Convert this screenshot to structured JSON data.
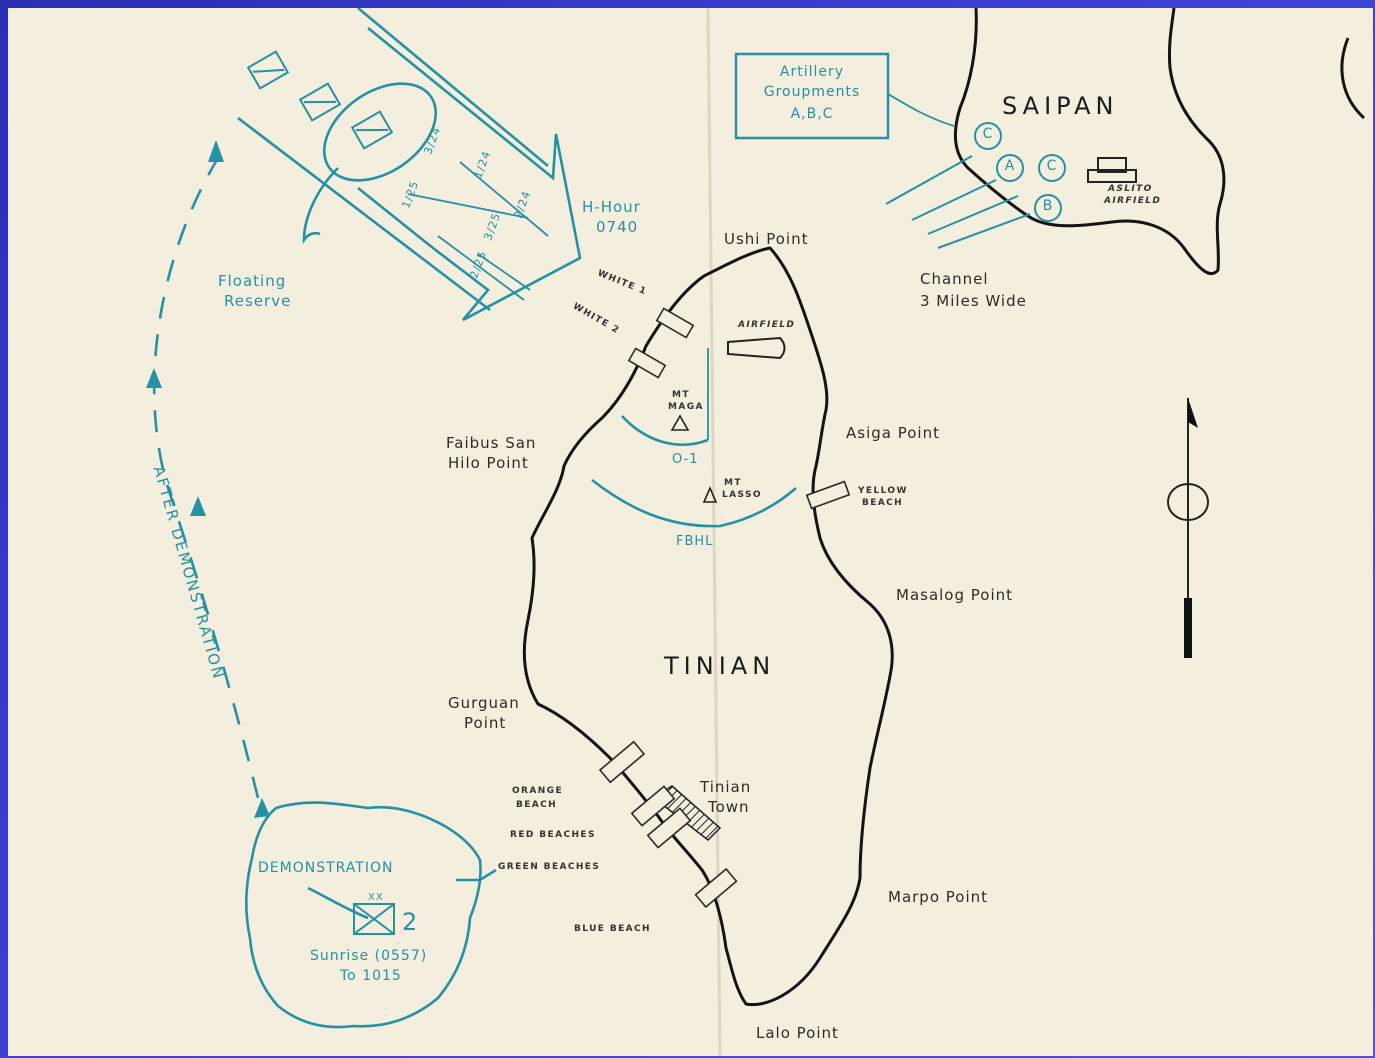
{
  "colors": {
    "frame": "#3a3fd0",
    "paper": "#f3eedd",
    "ink": "#141414",
    "overlay_blue": "#2591a4"
  },
  "labels": {
    "saipan": "SAIPAN",
    "tinian": "TINIAN",
    "ushi_point": "Ushi Point",
    "asiga_point": "Asiga Point",
    "faibus_line1": "Faibus San",
    "faibus_line2": "Hilo Point",
    "masalog_point": "Masalog Point",
    "gurguan_line1": "Gurguan",
    "gurguan_line2": "Point",
    "tinian_town_line1": "Tinian",
    "tinian_town_line2": "Town",
    "marpo_point": "Marpo Point",
    "lalo_point": "Lalo Point",
    "channel_line1": "Channel",
    "channel_line2": "3 Miles Wide",
    "aslito_line1": "ASLITO",
    "aslito_line2": "AIRFIELD",
    "airfield": "AIRFIELD",
    "mt_maga_line1": "MT",
    "mt_maga_line2": "MAGA",
    "mt_lasso_line1": "MT",
    "mt_lasso_line2": "LASSO",
    "white1": "WHITE 1",
    "white2": "WHITE 2",
    "yellow_line1": "YELLOW",
    "yellow_line2": "BEACH",
    "orange_line1": "ORANGE",
    "orange_line2": "BEACH",
    "red_beaches": "RED BEACHES",
    "green_beaches": "GREEN BEACHES",
    "blue_beach": "BLUE BEACH"
  },
  "overlay": {
    "artillery_line1": "Artillery",
    "artillery_line2": "Groupments",
    "artillery_line3": "A,B,C",
    "hhour_line1": "H-Hour",
    "hhour_line2": "0740",
    "floating_line1": "Floating",
    "floating_line2": "Reserve",
    "after_demonstration": "AFTER DEMONSTRATION",
    "demonstration": "DEMONSTRATION",
    "sunrise_line1": "Sunrise (0557)",
    "sunrise_line2": "To 1015",
    "o1": "O-1",
    "fbhl": "FBHL",
    "unit_2": "2",
    "unit_xx": "XX",
    "arrow_units": [
      "1/25",
      "3/25",
      "2/25",
      "1/24",
      "3/24",
      "2/24"
    ],
    "group_c1": "C",
    "group_a": "A",
    "group_c2": "C",
    "group_b": "B"
  }
}
